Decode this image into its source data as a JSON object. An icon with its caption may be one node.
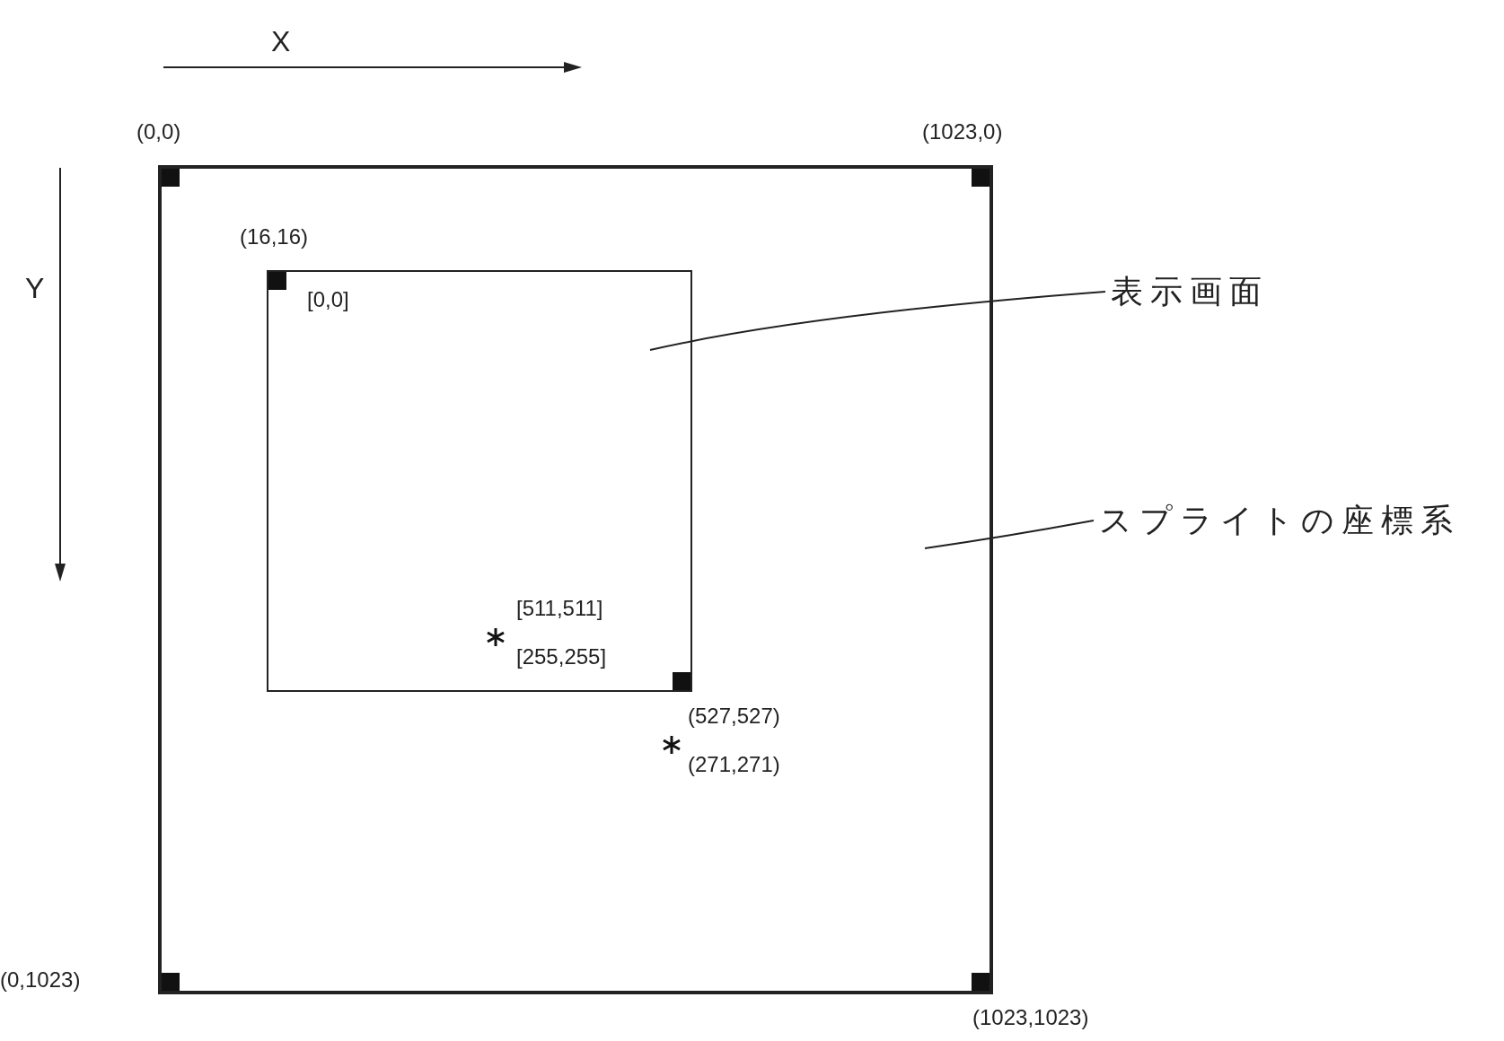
{
  "diagram": {
    "nodes": [
      {
        "text": [],
        "shape": "box"
      },
      {
        "text": [],
        "shape": "box",
        "in": 0
      },
      {
        "text": [
          "表示画面"
        ]
      },
      {
        "text": [
          "スプライトの座標系"
        ]
      }
    ],
    "edges": [
      {
        "from": 2,
        "to": 1,
        "arrow": "none"
      },
      {
        "from": 3,
        "to": 0,
        "arrow": "none"
      }
    ],
    "labels": [
      "X",
      "Y",
      "(0,0)",
      "(1023,0)",
      "(16,16)",
      "[0,0]",
      "[511,511]",
      "[255,255]",
      "(527,527)",
      "(271,271)",
      "(0,1023)",
      "(1023,1023)"
    ]
  }
}
